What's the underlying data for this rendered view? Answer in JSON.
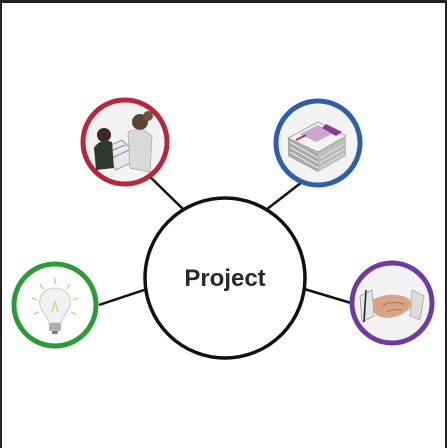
{
  "diagram": {
    "center_label": "Project",
    "nodes": [
      {
        "id": "team",
        "icon": "team-meeting-icon",
        "ring_color": "#b5283f"
      },
      {
        "id": "money",
        "icon": "money-stack-icon",
        "ring_color": "#2e5fa8"
      },
      {
        "id": "idea",
        "icon": "lightbulb-icon",
        "ring_color": "#2f9a3a"
      },
      {
        "id": "deal",
        "icon": "handshake-icon",
        "ring_color": "#6f3aa3"
      }
    ],
    "line_color": "#111111"
  }
}
